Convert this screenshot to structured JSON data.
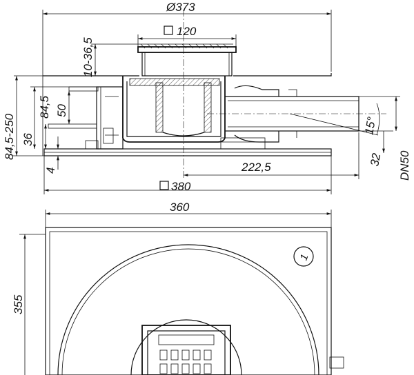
{
  "dimensions": {
    "outer_diameter": "Ø373",
    "grate_square": "120",
    "frame_adjust": "10-36,5",
    "total_height_range": "84,5-250",
    "body_height": "84,5",
    "water_seal": "50",
    "outlet_axis_height": "36",
    "base_thickness": "4",
    "outlet_offset": "222,5",
    "plate_square": "380",
    "outlet_angle": "15°",
    "outlet_height": "32",
    "outlet_dn": "DN50",
    "plan_width": "360",
    "plan_depth": "355",
    "part_number": "1"
  }
}
